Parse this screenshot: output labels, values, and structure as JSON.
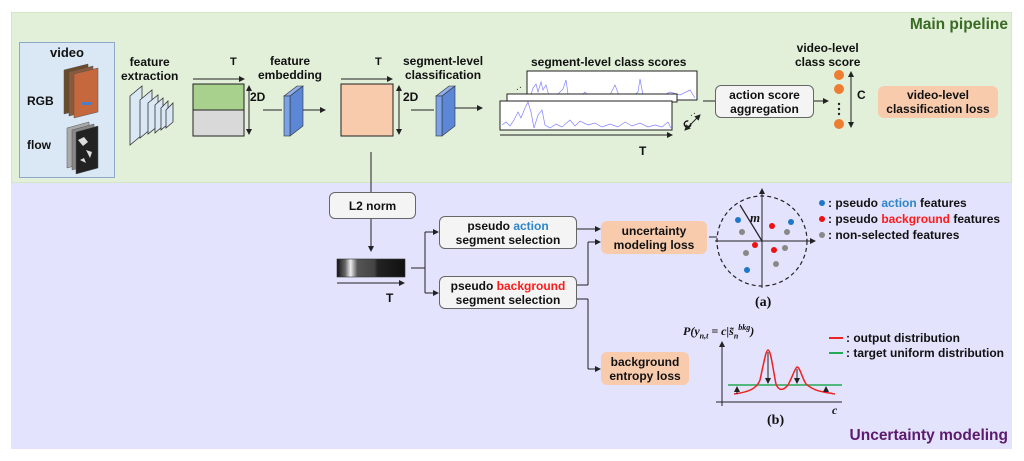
{
  "panels": {
    "main": {
      "title": "Main pipeline",
      "title_color": "#3a6b24",
      "background": "#e2efd9"
    },
    "uncertainty": {
      "title": "Uncertainty modeling",
      "title_color": "#5c1a6e",
      "background": "#e3e3fd"
    }
  },
  "main_pipeline": {
    "video_box": {
      "title": "video",
      "rgb_label": "RGB",
      "flow_label": "flow"
    },
    "feature_extraction": "feature\nextraction",
    "feature_map_1": {
      "t_label": "T",
      "d_label": "2D"
    },
    "feature_embedding": "feature\nembedding",
    "feature_map_2": {
      "t_label": "T",
      "d_label": "2D"
    },
    "segment_classification": "segment-level\nclassification",
    "class_scores": {
      "title": "segment-level class scores",
      "t_label": "T",
      "c_label": "C"
    },
    "aggregation_box": "action score\naggregation",
    "video_class_score": {
      "title": "video-level\nclass score",
      "c_label": "C"
    },
    "classification_loss": "video-level\nclassification loss"
  },
  "uncertainty_modeling": {
    "l2_norm": "L2 norm",
    "norm_bar_t_label": "T",
    "pseudo_action": {
      "prefix": "pseudo ",
      "highlight": "action",
      "suffix": "segment selection"
    },
    "pseudo_background": {
      "prefix": "pseudo ",
      "highlight": "background",
      "suffix": "segment selection"
    },
    "uncertainty_loss": "uncertainty\nmodeling loss",
    "entropy_loss": "background\nentropy loss",
    "subfig_a": {
      "caption": "(a)",
      "margin_label": "m",
      "legend": [
        {
          "color": "#1f77c8",
          "prefix": ": pseudo ",
          "highlight": "action",
          "suffix": " features",
          "highlight_color": "#2e86c8"
        },
        {
          "color": "#ee1111",
          "prefix": ": pseudo ",
          "highlight": "background",
          "suffix": " features",
          "highlight_color": "#ff1a1a"
        },
        {
          "color": "#888888",
          "prefix": ": non-selected features",
          "highlight": "",
          "suffix": ""
        }
      ]
    },
    "subfig_b": {
      "caption": "(b)",
      "y_label": "P(y_{n,t} = c | s̃_n^{bkg})",
      "x_label": "c",
      "legend": [
        {
          "color": "#ee2222",
          "label": ": output distribution"
        },
        {
          "color": "#22aa55",
          "label": ": target uniform distribution"
        }
      ]
    }
  },
  "colors": {
    "green_feature": "#a9d18e",
    "gray_feature": "#d9d9d9",
    "salmon_feature": "#f8cbad",
    "embedding_blue": "#5b87d6",
    "orange_dot": "#ed7d31",
    "loss_box": "#f8cbad"
  }
}
